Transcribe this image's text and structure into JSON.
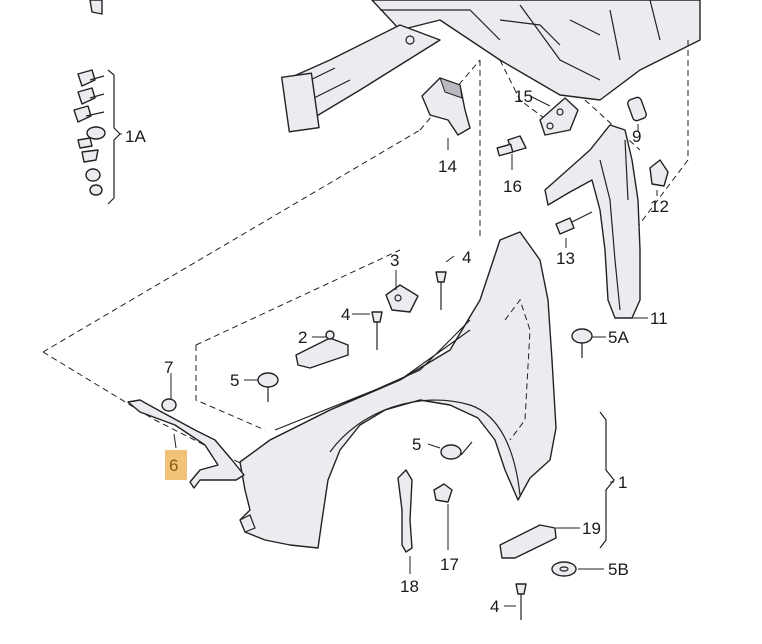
{
  "callouts": {
    "c1": "1",
    "c1A": "1A",
    "c2": "2",
    "c3": "3",
    "c4a": "4",
    "c4b": "4",
    "c4c": "4",
    "c5a": "5",
    "c5b": "5",
    "c5A": "5A",
    "c5B": "5B",
    "c6": "6",
    "c7": "7",
    "c9": "9",
    "c11": "11",
    "c12": "12",
    "c13": "13",
    "c14": "14",
    "c15": "15",
    "c16": "16",
    "c17": "17",
    "c18": "18",
    "c19": "19"
  },
  "highlight": {
    "part": "6",
    "color": "#f3c27a"
  }
}
